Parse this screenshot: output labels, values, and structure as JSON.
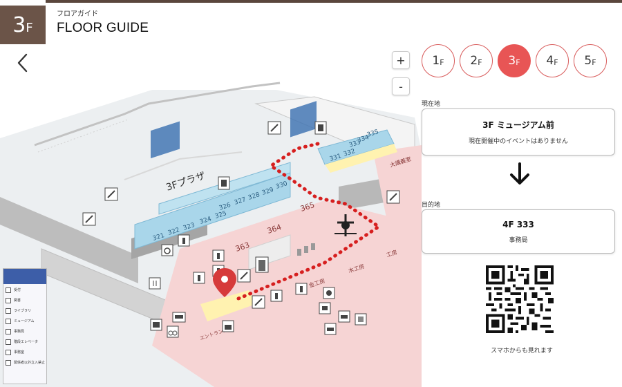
{
  "header": {
    "floor_number": "3",
    "floor_suffix": "F",
    "subtitle": "フロアガイド",
    "title": "FLOOR GUIDE"
  },
  "floor_tabs": [
    {
      "num": "1",
      "suffix": "F",
      "active": false
    },
    {
      "num": "2",
      "suffix": "F",
      "active": false
    },
    {
      "num": "3",
      "suffix": "F",
      "active": true
    },
    {
      "num": "4",
      "suffix": "F",
      "active": false
    },
    {
      "num": "5",
      "suffix": "F",
      "active": false
    }
  ],
  "zoom": {
    "in_label": "+",
    "out_label": "-"
  },
  "current_location": {
    "label": "現在地",
    "name": "3F ミュージアム前",
    "note": "現在開催中のイベントはありません"
  },
  "destination": {
    "label": "目的地",
    "name": "4F 333",
    "note": "事務局"
  },
  "qr": {
    "caption": "スマホからも見れます"
  },
  "map": {
    "plaza_label": "3Fプラザ",
    "rooms_upper": [
      "331",
      "332",
      "333",
      "334",
      "335"
    ],
    "rooms_middle_top": [
      "326",
      "327",
      "328",
      "329",
      "330"
    ],
    "rooms_middle_bottom": [
      "321",
      "322",
      "323",
      "324",
      "325"
    ],
    "rooms_large": [
      "363",
      "364",
      "365"
    ],
    "area_labels": [
      "大講義室",
      "工房",
      "木工房",
      "金工房",
      "エントランス"
    ]
  },
  "legend": {
    "items": [
      "受付",
      "図書",
      "ライブラリ",
      "ミュージアム",
      "事務局",
      "階段エレベータ",
      "事務室",
      "関係者以外立入禁止"
    ]
  },
  "colors": {
    "accent": "#e85555",
    "header_badge": "#6b5448",
    "room_blue": "#a9d6ea",
    "zone_pink": "#f6d4d4",
    "route": "#d61f1f",
    "pin": "#d63a3a"
  }
}
